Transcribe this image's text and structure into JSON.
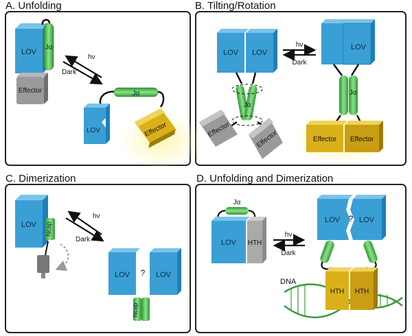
{
  "panels": {
    "a": {
      "title": "A. Unfolding",
      "labels": {
        "lov_1": "LOV",
        "ja_1": "Jα",
        "effector_1": "Effector",
        "hv": "hν",
        "dark": "Dark",
        "ja_2": "Jα",
        "lov_2": "LOV",
        "effector_2": "Effector"
      }
    },
    "b": {
      "title": "B. Tilting/Rotation",
      "labels": {
        "lov_1": "LOV",
        "lov_2": "LOV",
        "ja_1": "Jα",
        "effector_1": "Effector",
        "effector_2": "Effector",
        "hv": "hν",
        "dark": "Dark",
        "lov_3": "LOV",
        "ja_2": "Jα",
        "effector_3": "Effector",
        "effector_4": "Effector"
      }
    },
    "c": {
      "title": "C. Dimerization",
      "labels": {
        "lov_1": "LOV",
        "ncap_1": "Ncap",
        "hv": "hν",
        "dark": "Dark",
        "lov_2": "LOV",
        "lov_3": "LOV",
        "question": "?",
        "ncap_2": "Ncap"
      }
    },
    "d": {
      "title": "D. Unfolding and Dimerization",
      "labels": {
        "ja": "Jα",
        "lov_1": "LOV",
        "hth_1": "HTH",
        "hv": "hν",
        "dark": "Dark",
        "lov_2": "LOV",
        "lov_3": "LOV",
        "question": "?",
        "hth_2": "HTH",
        "hth_3": "HTH",
        "dna": "DNA"
      }
    }
  },
  "colors": {
    "lov_front": "#3a9fd5",
    "lov_top": "#7cc3ea",
    "lov_side": "#1f7fb8",
    "effector_gray": "#9a9a9a",
    "effector_yellow": "#d9b019",
    "helix_green": "#4cc14c",
    "dna_green": "#3d9a3d",
    "glow_yellow": "#fff3a8"
  }
}
